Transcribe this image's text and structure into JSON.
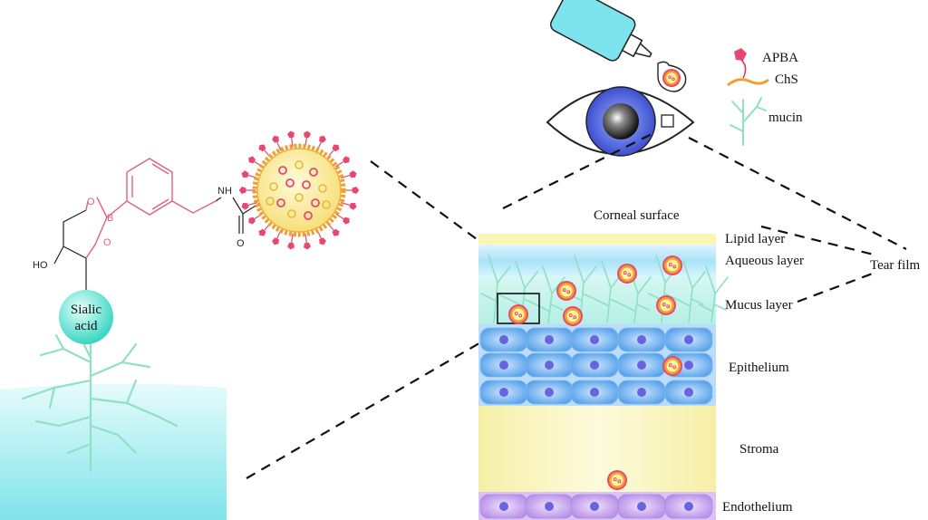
{
  "legend": {
    "apba": "APBA",
    "chs": "ChS",
    "mucin": "mucin"
  },
  "chemistry": {
    "ho": "HO",
    "o_top": "O",
    "boron": "B",
    "o_bottom": "O",
    "nh": "NH",
    "carbonyl_o": "O",
    "sialic_line1": "Sialic",
    "sialic_line2": "acid"
  },
  "cornea": {
    "surface": "Corneal surface",
    "layers": {
      "lipid": "Lipid layer",
      "aqueous": "Aqueous layer",
      "mucus": "Mucus layer",
      "epithelium": "Epithelium",
      "stroma": "Stroma",
      "endothelium": "Endothelium"
    },
    "tear_film": "Tear film"
  },
  "colors": {
    "apba_pink": "#e8486f",
    "chs_orange": "#f0a030",
    "mucin_green": "#8fe0c4",
    "nanoparticle_core": "#fff3a0",
    "epithelium_blue": "#6fb2f2",
    "nucleus_blue": "#6a63e0",
    "stroma_yellow": "#fbf6c0",
    "endothelium_purple": "#c9a6f0",
    "mucus_cyan": "#c8f4ee",
    "bottle_cyan": "#7de3ec",
    "iris_blue": "#4a5fd8"
  }
}
